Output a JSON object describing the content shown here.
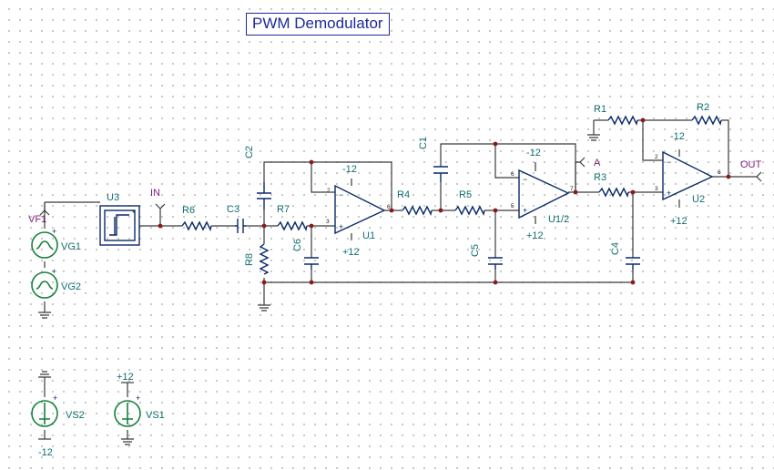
{
  "title": "PWM Demodulator",
  "components": {
    "opamps": [
      {
        "ref": "U1",
        "rail_top": "-12",
        "rail_bottom": "+12",
        "pins": {
          "inv": "2",
          "noninv": "3",
          "out": "6"
        }
      },
      {
        "ref": "U1/2",
        "rail_top": "-12",
        "rail_bottom": "+12",
        "pins": {
          "inv": "6",
          "noninv": "5",
          "out": "7"
        }
      },
      {
        "ref": "U2",
        "rail_top": "-12",
        "rail_bottom": "+12",
        "pins": {
          "inv": "2",
          "noninv": "3",
          "out": "6"
        }
      }
    ],
    "resistors": [
      "R1",
      "R2",
      "R3",
      "R4",
      "R5",
      "R6",
      "R7",
      "R8"
    ],
    "capacitors": [
      "C1",
      "C2",
      "C3",
      "C4",
      "C5",
      "C6"
    ],
    "sources": [
      "VG1",
      "VG2",
      "VS1",
      "VS2"
    ],
    "comparator": "U3"
  },
  "nodes": {
    "vf1": "VF1",
    "in": "IN",
    "a": "A",
    "out": "OUT"
  },
  "supplies": {
    "vs1": "+12",
    "vs2": "-12"
  }
}
